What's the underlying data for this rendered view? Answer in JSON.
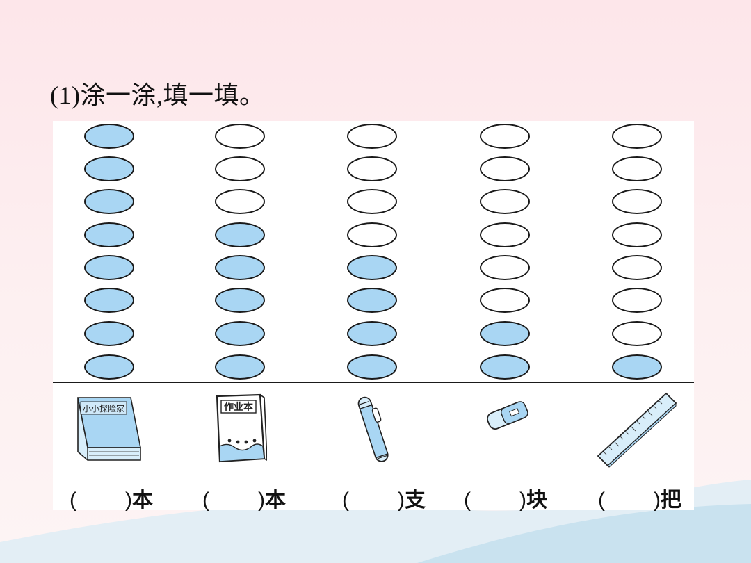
{
  "title": "(1)涂一涂,填一填。",
  "columns": [
    {
      "item": "book",
      "book_cover_text": "小小探险家",
      "filled_count": 8,
      "total": 8,
      "unit": "本"
    },
    {
      "item": "notebook",
      "cover_text": "作业本",
      "filled_count": 5,
      "total": 8,
      "unit": "本"
    },
    {
      "item": "pencil",
      "filled_count": 4,
      "total": 8,
      "unit": "支"
    },
    {
      "item": "eraser",
      "filled_count": 2,
      "total": 8,
      "unit": "块"
    },
    {
      "item": "ruler",
      "filled_count": 1,
      "total": 8,
      "unit": "把"
    }
  ],
  "labels": {
    "open_paren": "(",
    "close_paren": ")",
    "unit_1": "本",
    "unit_2": "本",
    "unit_3": "支",
    "unit_4": "块",
    "unit_5": "把"
  },
  "colors": {
    "fill": "#a9d6f3",
    "background": "#fde6ea",
    "wave": "#cfe6f2"
  }
}
